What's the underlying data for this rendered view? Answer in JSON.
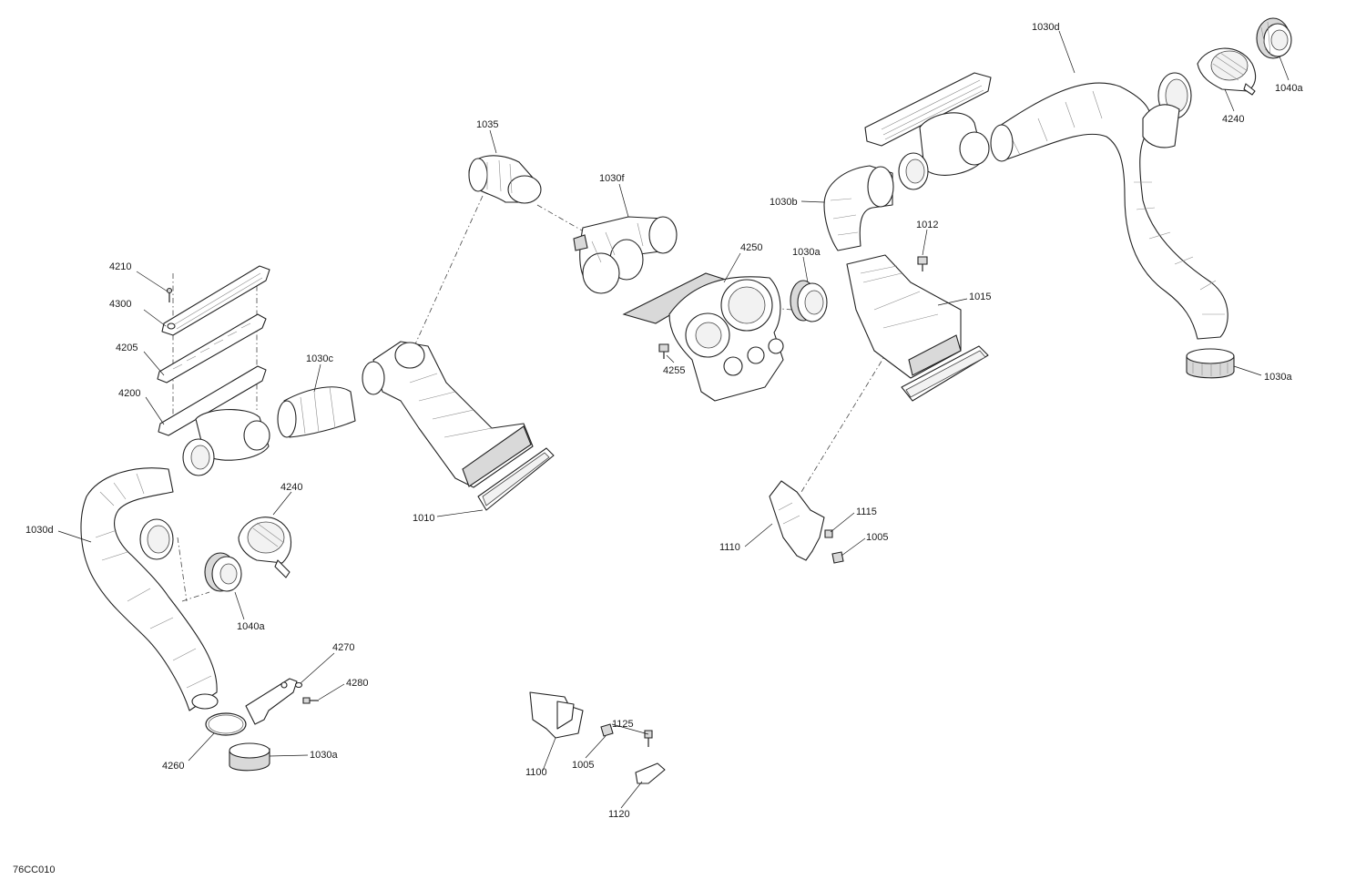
{
  "diagram": {
    "reference_code": "76CC010",
    "callouts": [
      {
        "id": "c-1030d-top",
        "text": "1030d"
      },
      {
        "id": "c-1040a-top",
        "text": "1040a"
      },
      {
        "id": "c-4240-top",
        "text": "4240"
      },
      {
        "id": "c-1035",
        "text": "1035"
      },
      {
        "id": "c-1030f",
        "text": "1030f"
      },
      {
        "id": "c-1030b",
        "text": "1030b"
      },
      {
        "id": "c-1012",
        "text": "1012"
      },
      {
        "id": "c-4250",
        "text": "4250"
      },
      {
        "id": "c-1030a-mid",
        "text": "1030a"
      },
      {
        "id": "c-1015",
        "text": "1015"
      },
      {
        "id": "c-1030a-right",
        "text": "1030a"
      },
      {
        "id": "c-4255",
        "text": "4255"
      },
      {
        "id": "c-4210",
        "text": "4210"
      },
      {
        "id": "c-4300",
        "text": "4300"
      },
      {
        "id": "c-4205",
        "text": "4205"
      },
      {
        "id": "c-4200",
        "text": "4200"
      },
      {
        "id": "c-1030c",
        "text": "1030c"
      },
      {
        "id": "c-1010",
        "text": "1010"
      },
      {
        "id": "c-4240-left",
        "text": "4240"
      },
      {
        "id": "c-1030d-left",
        "text": "1030d"
      },
      {
        "id": "c-1040a-left",
        "text": "1040a"
      },
      {
        "id": "c-4270",
        "text": "4270"
      },
      {
        "id": "c-4280",
        "text": "4280"
      },
      {
        "id": "c-4260",
        "text": "4260"
      },
      {
        "id": "c-1030a-bottom",
        "text": "1030a"
      },
      {
        "id": "c-1115",
        "text": "1115"
      },
      {
        "id": "c-1005-right",
        "text": "1005"
      },
      {
        "id": "c-1110",
        "text": "1110"
      },
      {
        "id": "c-1125",
        "text": "1125"
      },
      {
        "id": "c-1005-bottom",
        "text": "1005"
      },
      {
        "id": "c-1100",
        "text": "1100"
      },
      {
        "id": "c-1120",
        "text": "1120"
      }
    ]
  }
}
